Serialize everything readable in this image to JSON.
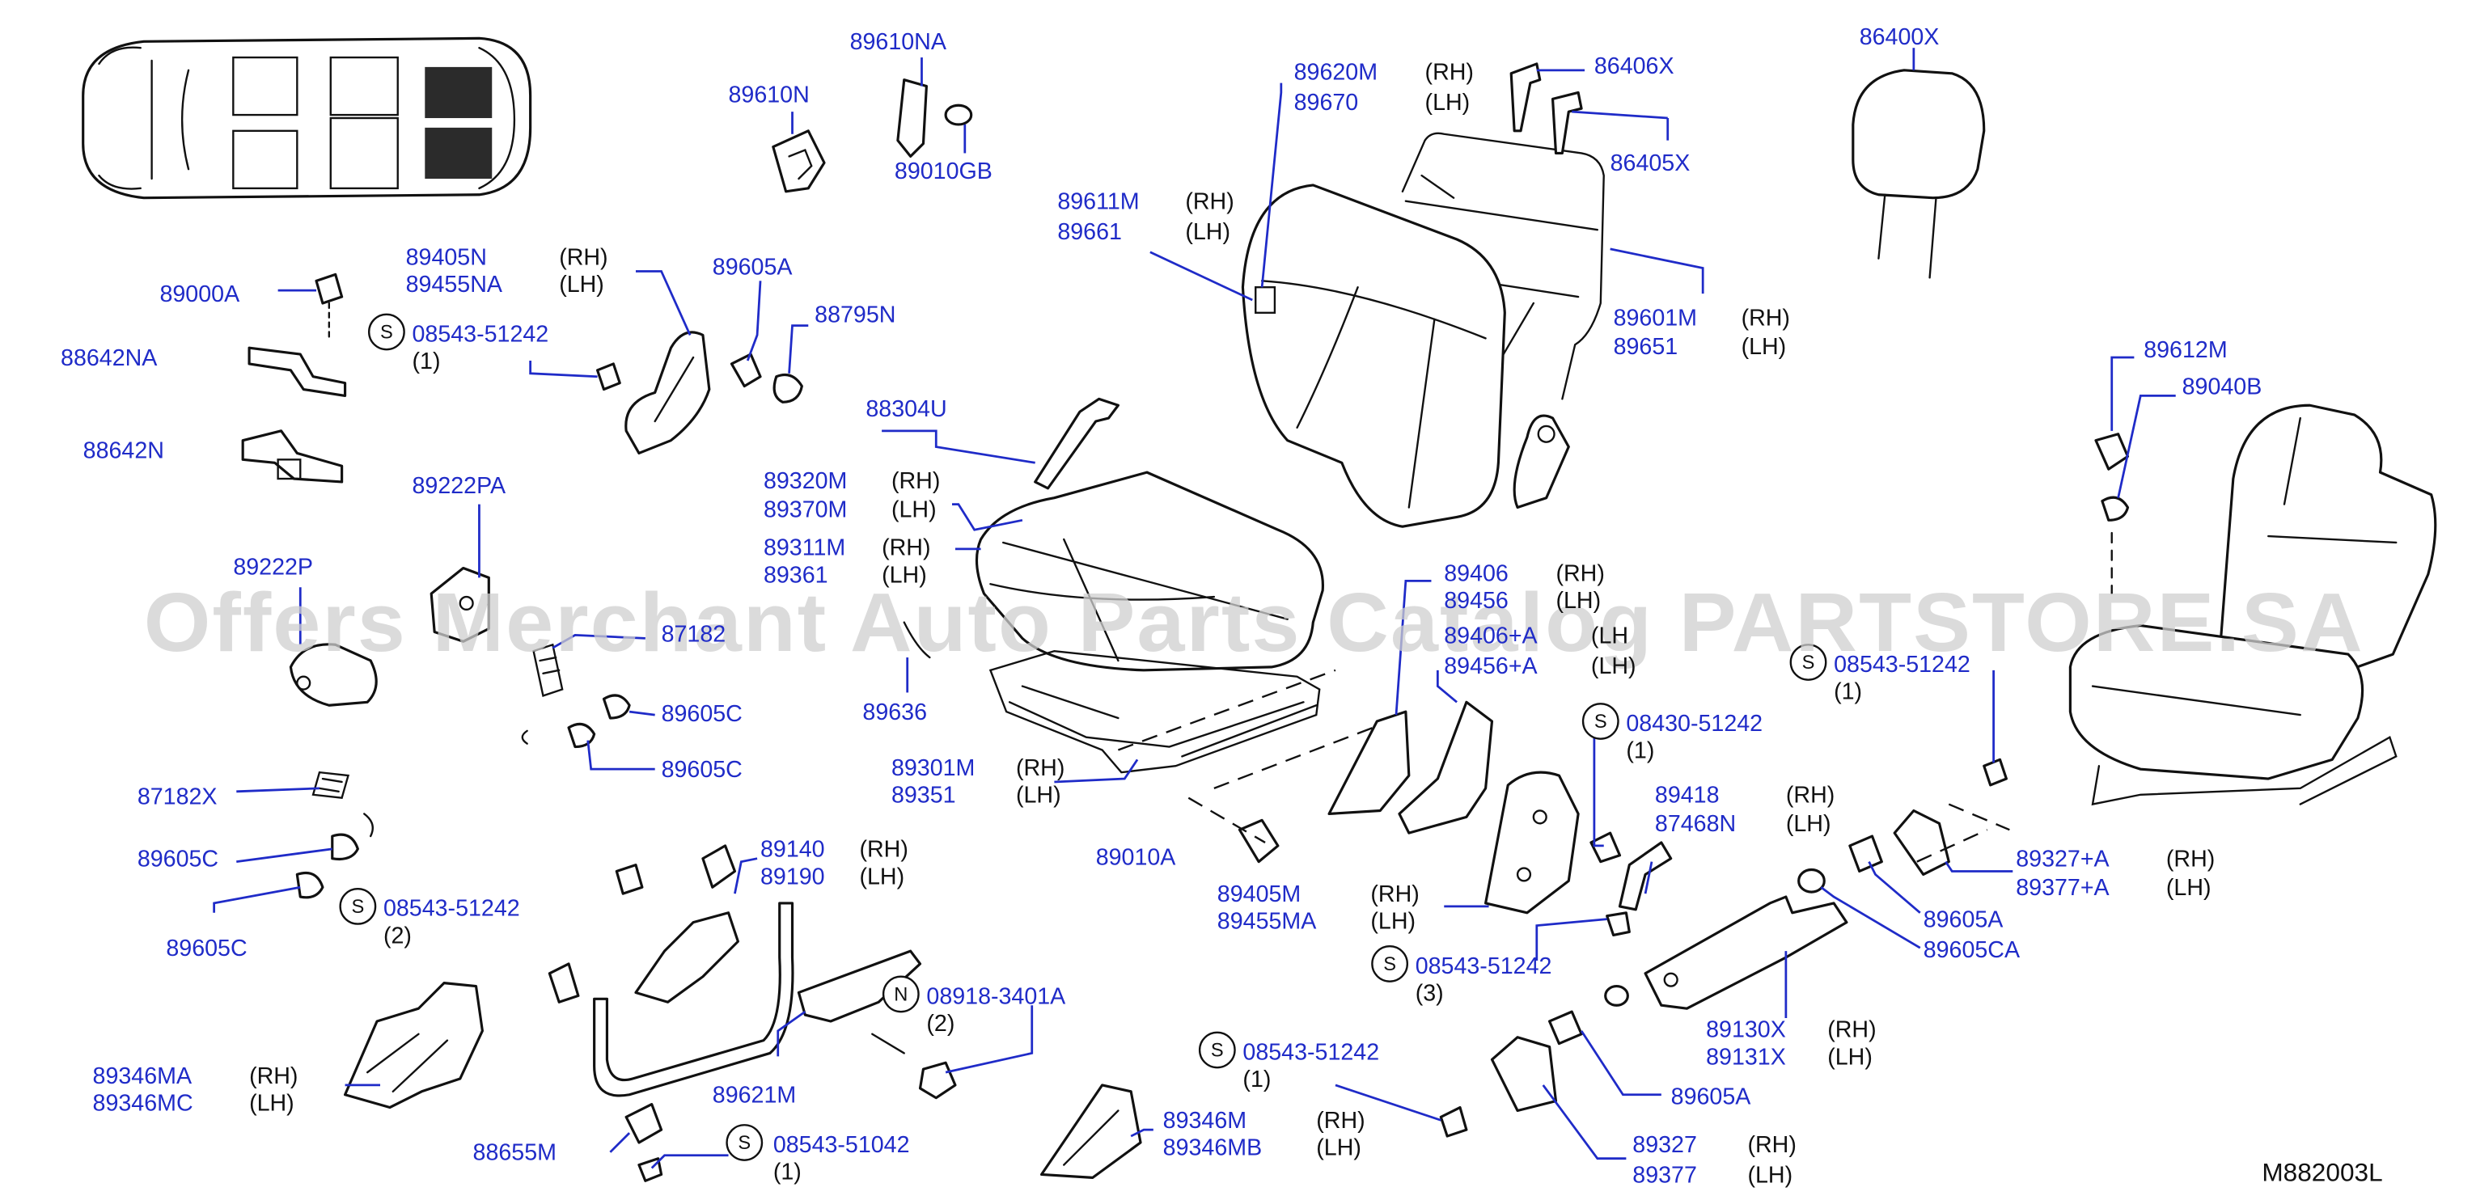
{
  "diagram_code": "M882003L",
  "watermark": "Offers Merchant Auto Parts Catalog PARTSTORE.SA",
  "symbols": {
    "standard_part": "S",
    "nut_part": "N"
  },
  "parts": {
    "p89610NA": "89610NA",
    "p89610N": "89610N",
    "p89010GB": "89010GB",
    "p89620M": "89620M",
    "p89670": "89670",
    "p86406X": "86406X",
    "p86405X": "86405X",
    "p86400X": "86400X",
    "p89611M": "89611M",
    "p89661": "89661",
    "p89601M": "89601M",
    "p89651": "89651",
    "p89000A": "89000A",
    "p89405N": "89405N",
    "p89455NA": "89455NA",
    "p89605A_top": "89605A",
    "p88795N": "88795N",
    "p08543_top": "08543-51242",
    "p88642NA": "88642NA",
    "p88642N": "88642N",
    "p88304U": "88304U",
    "p89222PA": "89222PA",
    "p89320M": "89320M",
    "p89370M": "89370M",
    "p89311M": "89311M",
    "p89361": "89361",
    "p89222P": "89222P",
    "p87182_partial": "87182",
    "p89636": "89636",
    "p89605C_a": "89605C",
    "p89605C_b": "89605C",
    "p89406": "89406",
    "p89456": "89456",
    "p89406A": "89406+A",
    "p89456A": "89456+A",
    "p89612M": "89612M",
    "p89040B": "89040B",
    "p08543_right": "08543-51242",
    "p87182X": "87182X",
    "p89301M": "89301M",
    "p89351": "89351",
    "p08430": "08430-51242",
    "p89605C_c": "89605C",
    "p89605C_d": "89605C",
    "p08543_left": "08543-51242",
    "p89140": "89140",
    "p89190": "89190",
    "p89010A": "89010A",
    "p89418": "89418",
    "p87468N": "87468N",
    "p89327A": "89327+A",
    "p89377A": "89377+A",
    "p89405M": "89405M",
    "p89455MA": "89455MA",
    "p89605A_r": "89605A",
    "p89605CA": "89605CA",
    "p08543_mid": "08543-51242",
    "p08918": "08918-3401A",
    "p89130X": "89130X",
    "p89131X": "89131X",
    "p89346MA": "89346MA",
    "p89346MC": "89346MC",
    "p89621M": "89621M",
    "p08543_bot": "08543-51242",
    "p89605A_b": "89605A",
    "p89346M": "89346M",
    "p89346MB": "89346MB",
    "p89327": "89327",
    "p89377": "89377",
    "p88655M": "88655M",
    "p08543_51042": "08543-51042"
  },
  "qualifiers": {
    "rh": "(RH)",
    "lh": "(LH)",
    "lh_cut": "(LH",
    "q1": "(1)",
    "q2": "(2)",
    "q3": "(3)"
  }
}
